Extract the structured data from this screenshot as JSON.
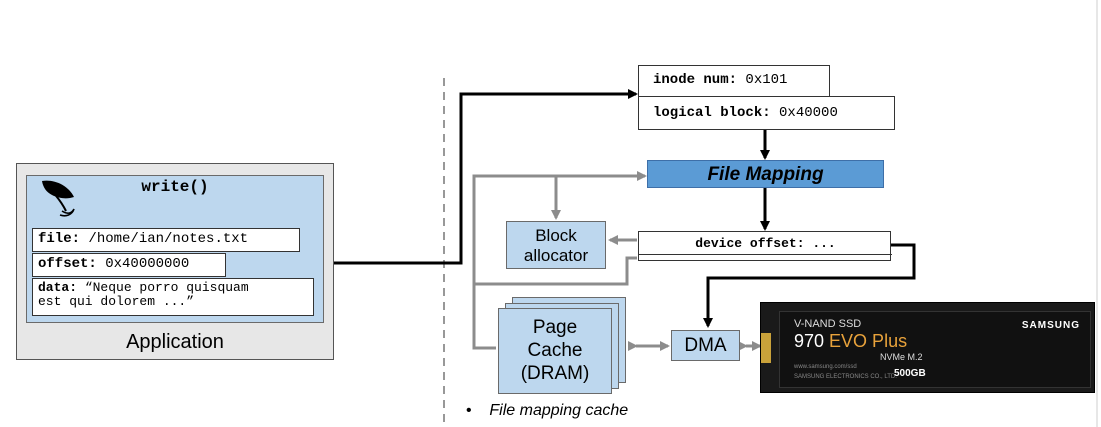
{
  "application": {
    "label": "Application",
    "call": "write()",
    "file_key": "file:",
    "file_value": "/home/ian/notes.txt",
    "offset_key": "offset:",
    "offset_value": "0x40000000",
    "data_key": "data:",
    "data_value_line1": "“Neque porro quisquam",
    "data_value_line2": "est qui dolorem ...”",
    "icon": "quill-pen-icon"
  },
  "request": {
    "inode_key": "inode num:",
    "inode_value": "0x101",
    "block_key": "logical block:",
    "block_value": "0x40000"
  },
  "file_mapping": {
    "label": "File Mapping"
  },
  "device_offset": {
    "key": "device offset:",
    "value": "..."
  },
  "block_allocator": {
    "line1": "Block",
    "line2": "allocator"
  },
  "page_cache": {
    "line1": "Page",
    "line2": "Cache",
    "line3": "(DRAM)"
  },
  "dma": {
    "label": "DMA"
  },
  "ssd": {
    "line1": "V-NAND SSD",
    "model_a": "970 ",
    "model_b": "EVO Plus",
    "line3": "NVMe M.2",
    "brand": "SAMSUNG",
    "capacity": "500GB",
    "small1": "www.samsung.com/ssd",
    "small2": "SAMSUNG ELECTRONICS CO., LTD."
  },
  "notes": {
    "bullet1": "File mapping cache"
  },
  "colors": {
    "accent": "#5b9bd5",
    "light_blue": "#bdd7ee",
    "gray_arrow": "#8c8c8c",
    "black_arrow": "#000000"
  }
}
